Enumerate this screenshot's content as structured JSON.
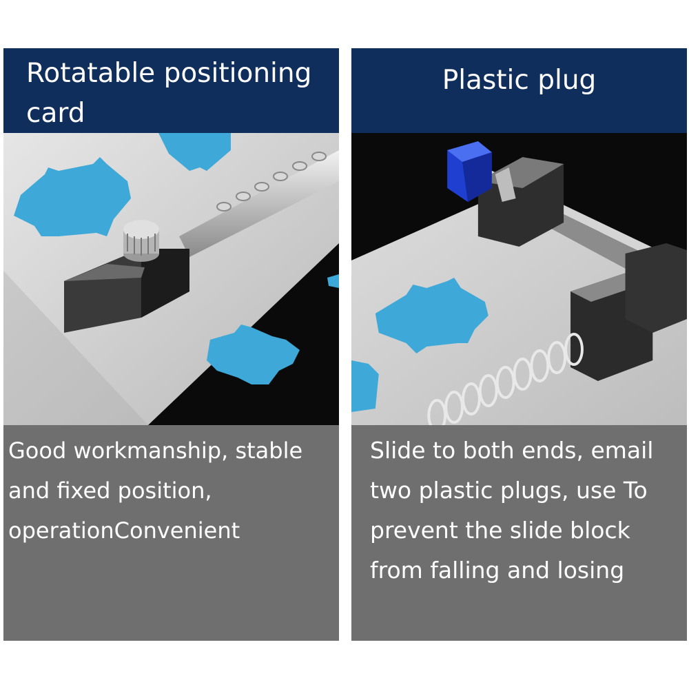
{
  "left_panel": {
    "title": "Rotatable positioning card",
    "description": "Good workmanship, stable and fixed position, operationConvenient"
  },
  "right_panel": {
    "title": "Plastic plug",
    "description": "Slide to both ends, email two plastic plugs, use To prevent the slide block from falling and losing"
  },
  "colors": {
    "header_bg": "#0f2e5c",
    "description_bg": "#6f6f6f",
    "pad_blue": "#3ea8d8",
    "plug_blue": "#1f3fd0"
  }
}
